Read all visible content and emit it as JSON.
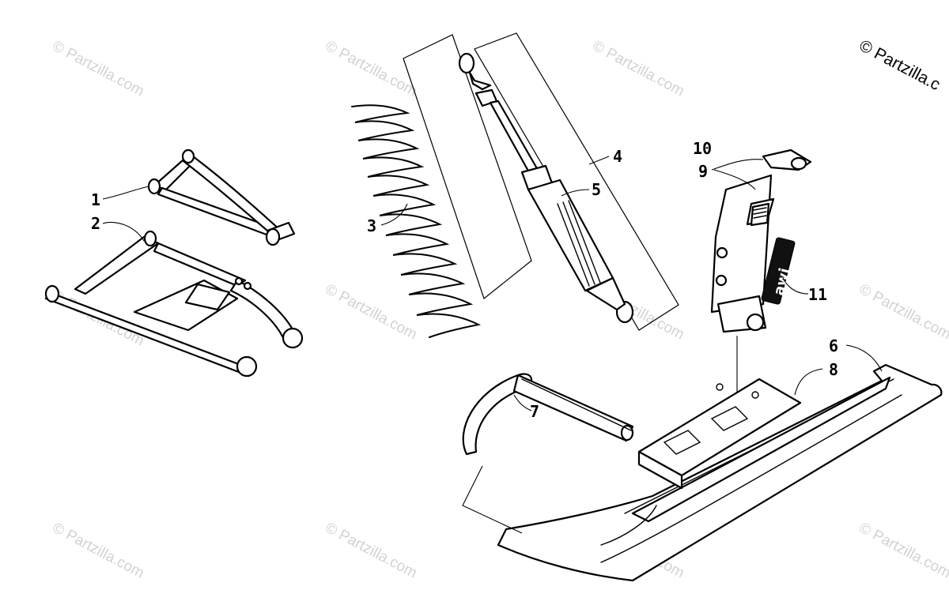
{
  "copyright": "© Partzilla.c",
  "watermark": "© Partzilla.com",
  "callouts": [
    {
      "id": "1",
      "text": "1"
    },
    {
      "id": "2",
      "text": "2"
    },
    {
      "id": "3",
      "text": "3"
    },
    {
      "id": "4",
      "text": "4"
    },
    {
      "id": "5",
      "text": "5"
    },
    {
      "id": "6",
      "text": "6"
    },
    {
      "id": "7",
      "text": "7"
    },
    {
      "id": "8",
      "text": "8"
    },
    {
      "id": "9",
      "text": "9"
    },
    {
      "id": "10",
      "text": "10"
    },
    {
      "id": "11",
      "text": "11"
    }
  ],
  "decal_text": "awj"
}
